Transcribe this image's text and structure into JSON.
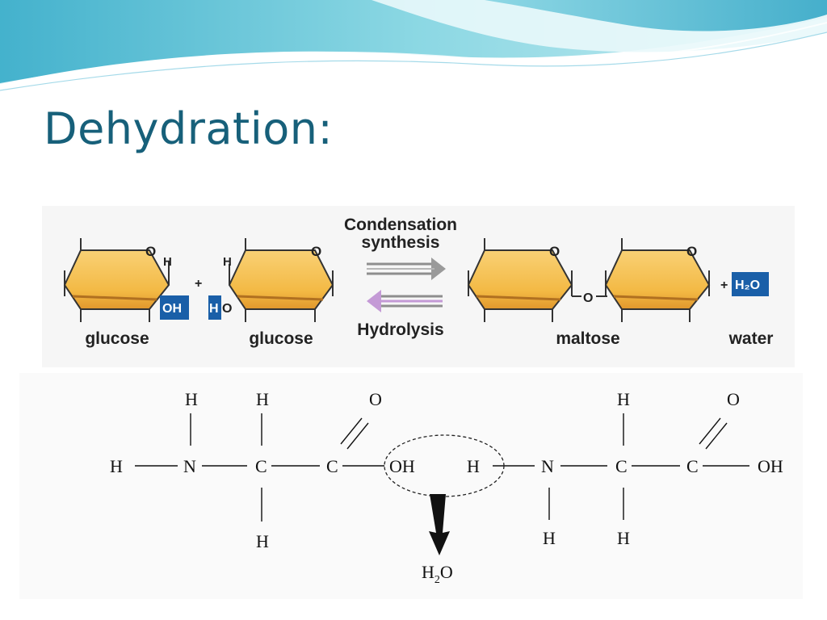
{
  "slide": {
    "title": "Dehydration:"
  },
  "carbohydrate": {
    "ring_o": "O",
    "h": "H",
    "oh": "OH",
    "ho_h": "H",
    "ho_o": "O",
    "plus": "+",
    "forward_label_line1": "Condensation",
    "forward_label_line2": "synthesis",
    "reverse_label": "Hydrolysis",
    "link_o": "O",
    "product_plus": "+",
    "water_formula": "H₂O",
    "labels": [
      "glucose",
      "glucose",
      "maltose",
      "water"
    ],
    "colors": {
      "ring": "#f5bf4a",
      "ring_stroke": "#333333",
      "highlight": "#1a5fa8",
      "forward_arrow": "#8e8e8e",
      "reverse_arrow": "#c49ad6"
    }
  },
  "peptide": {
    "left": {
      "h_end": "H",
      "n": "N",
      "ca": "C",
      "c": "C",
      "n_h": "H",
      "ca_h_top": "H",
      "ca_h_bottom": "H",
      "o": "O",
      "oh": "OH"
    },
    "right": {
      "h": "H",
      "n": "N",
      "ca": "C",
      "c": "C",
      "oh": "OH",
      "n_h": "H",
      "ca_h_top": "H",
      "ca_h_bottom": "H",
      "o": "O"
    },
    "product_h": "H",
    "product_sub": "2",
    "product_o": "O"
  }
}
